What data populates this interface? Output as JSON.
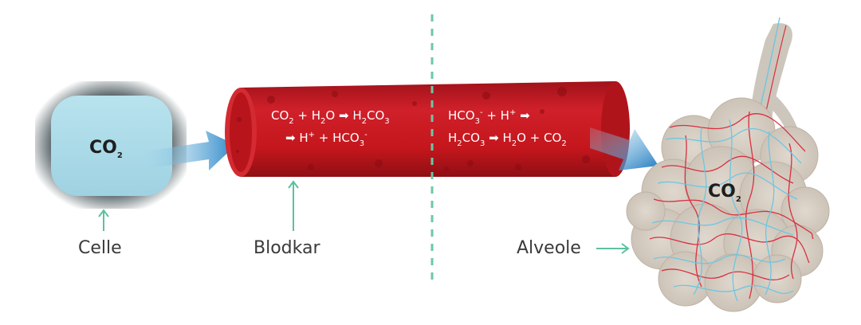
{
  "labels": {
    "cell": "Celle",
    "vessel": "Blodkar",
    "alveolus": "Alveole"
  },
  "cell_molecule": {
    "main": "CO",
    "sub": "2"
  },
  "alveolus_molecule": {
    "main": "CO",
    "sub": "2"
  },
  "equations_left": {
    "line1": [
      {
        "t": "CO"
      },
      {
        "t": "2",
        "sub": true
      },
      {
        "t": " + H"
      },
      {
        "t": "2",
        "sub": true
      },
      {
        "t": "O "
      },
      {
        "t": "➡",
        "arrow": true
      },
      {
        "t": " H"
      },
      {
        "t": "2",
        "sub": true
      },
      {
        "t": "CO"
      },
      {
        "t": "3",
        "sub": true
      }
    ],
    "line2": [
      {
        "t": "➡",
        "arrow": true
      },
      {
        "t": " H"
      },
      {
        "t": "+",
        "sup": true
      },
      {
        "t": " + HCO"
      },
      {
        "t": "3",
        "sub": true
      },
      {
        "t": "-",
        "sup": true
      }
    ]
  },
  "equations_right": {
    "line1": [
      {
        "t": "HCO"
      },
      {
        "t": "3",
        "sub": true
      },
      {
        "t": "-",
        "sup": true
      },
      {
        "t": " + H"
      },
      {
        "t": "+",
        "sup": true
      },
      {
        "t": " "
      },
      {
        "t": "➡",
        "arrow": true
      }
    ],
    "line2": [
      {
        "t": "H"
      },
      {
        "t": "2",
        "sub": true
      },
      {
        "t": "CO"
      },
      {
        "t": "3",
        "sub": true
      },
      {
        "t": " "
      },
      {
        "t": "➡",
        "arrow": true
      },
      {
        "t": " H"
      },
      {
        "t": "2",
        "sub": true
      },
      {
        "t": "O + CO"
      },
      {
        "t": "2",
        "sub": true
      }
    ]
  },
  "colors": {
    "cell_fill": "#a8d8e6",
    "cell_border": "#3f4d52",
    "vessel_red": "#c4161c",
    "vessel_dark": "#8e0f14",
    "arrow_blue": "#2a86c8",
    "pointer_green": "#5cc0a0",
    "divider_green": "#6cc7a8",
    "alveolus_fill": "#d8cfc4",
    "alveolus_red": "#d83040",
    "alveolus_blue": "#6ec6e0"
  }
}
